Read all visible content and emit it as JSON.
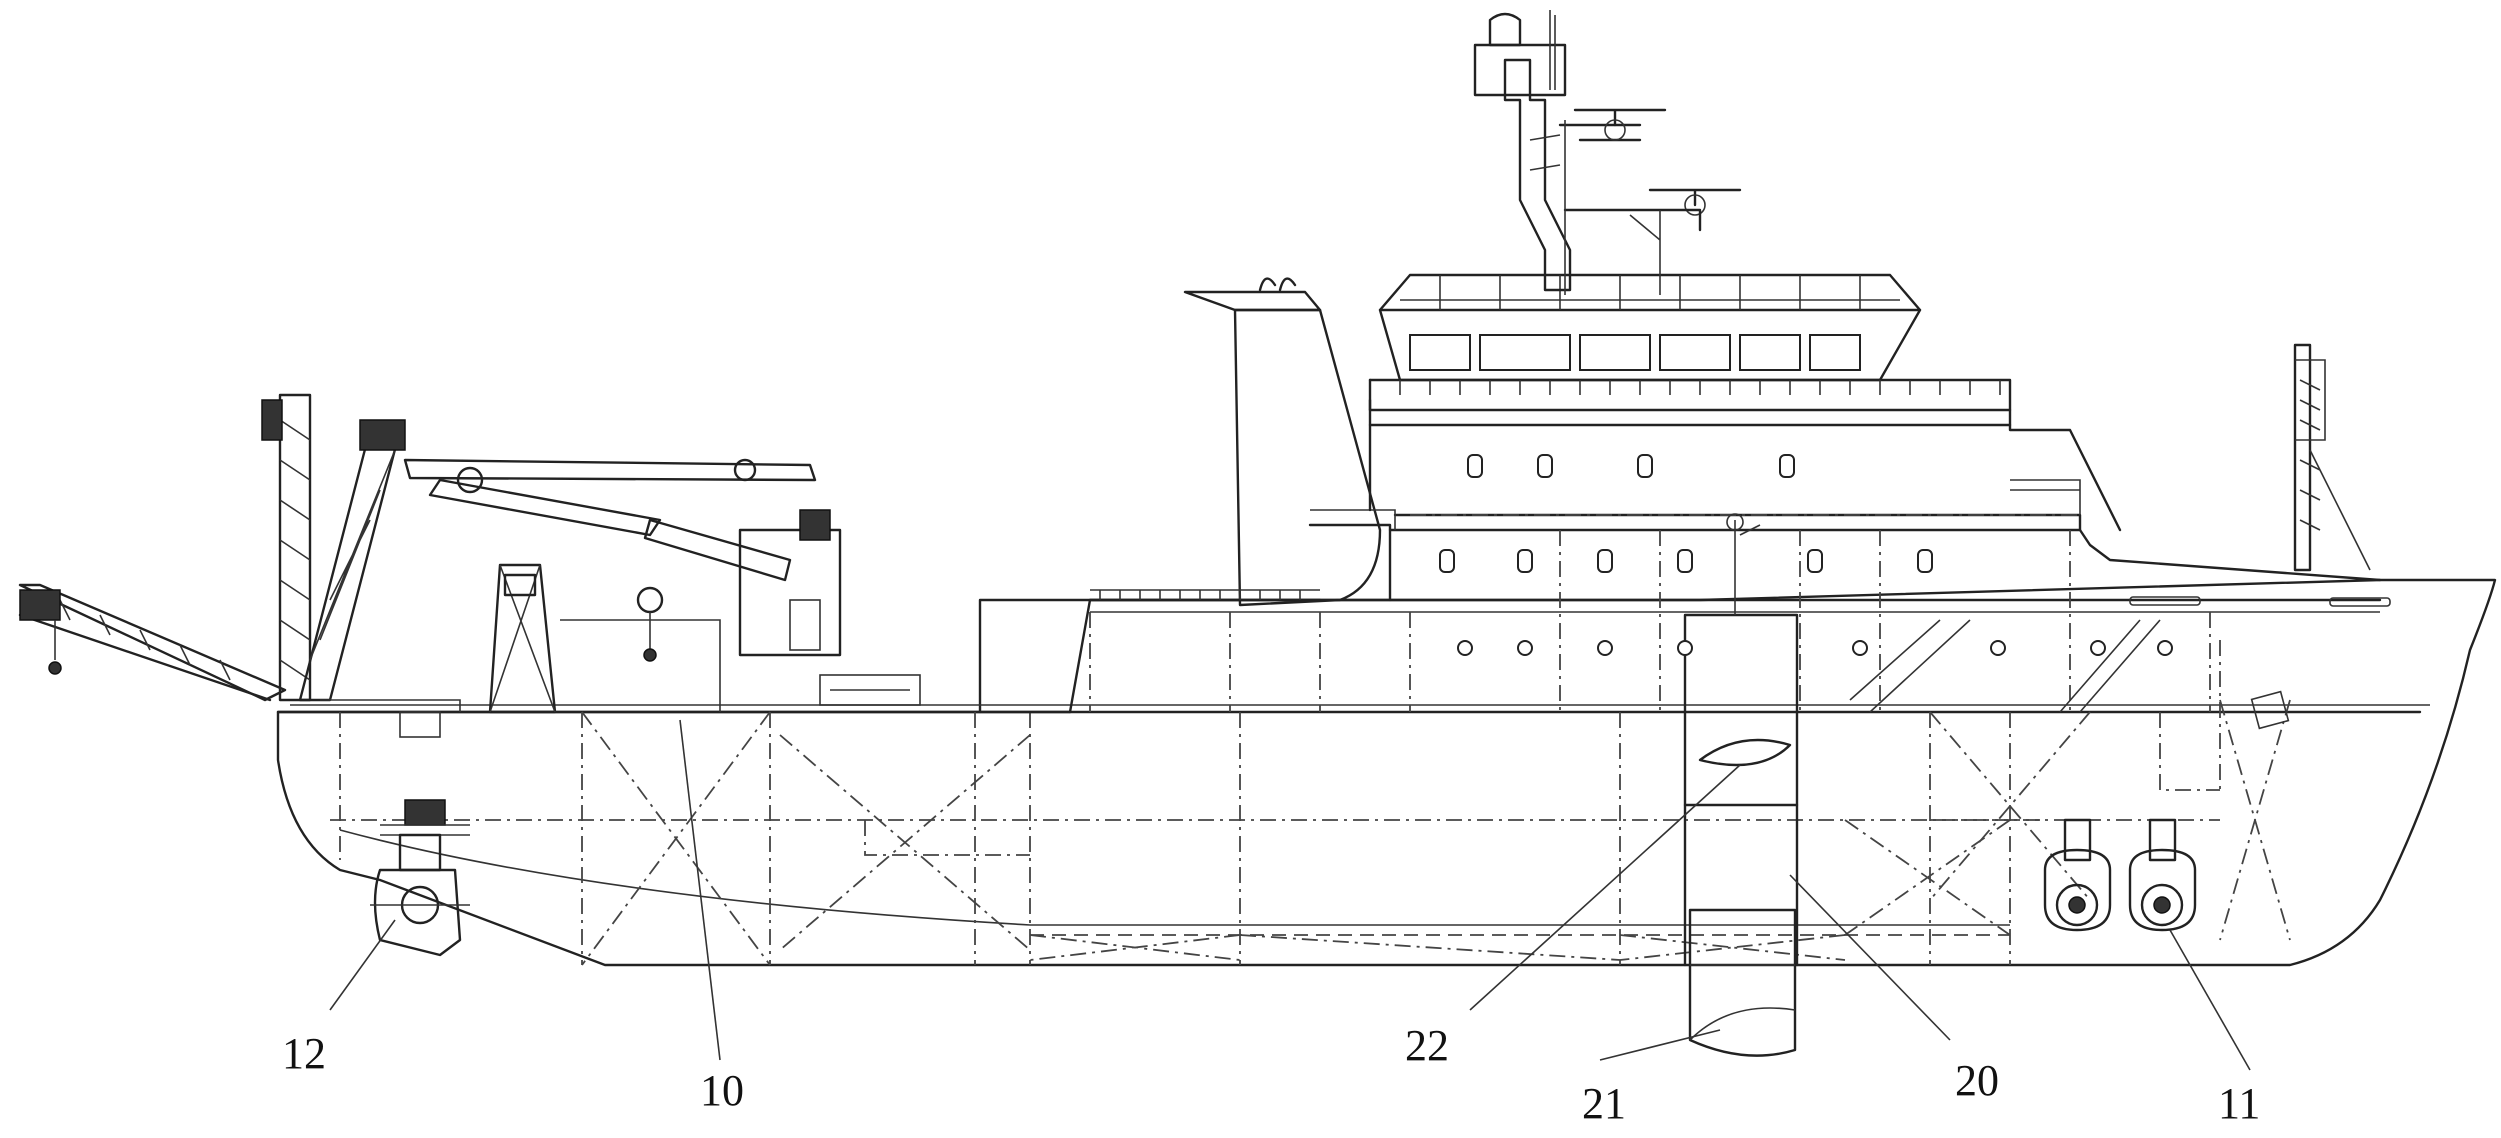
{
  "figure": {
    "description_labels": [
      {
        "id": "label-12",
        "text": "12"
      },
      {
        "id": "label-10",
        "text": "10"
      },
      {
        "id": "label-22",
        "text": "22"
      },
      {
        "id": "label-21",
        "text": "21"
      },
      {
        "id": "label-20",
        "text": "20"
      },
      {
        "id": "label-11",
        "text": "11"
      }
    ]
  }
}
